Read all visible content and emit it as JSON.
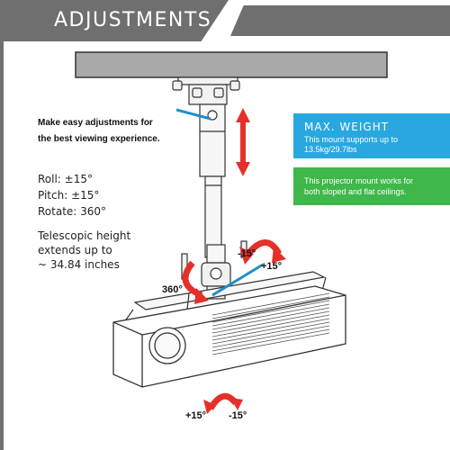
{
  "header": {
    "title": "ADJUSTMENTS"
  },
  "intro": {
    "line1": "Make easy adjustments for",
    "line2": "the best viewing experience."
  },
  "specs": {
    "roll": "Roll: ±15°",
    "pitch": "Pitch: ±15°",
    "rotate": "Rotate: 360°"
  },
  "telescopic": {
    "line1": "Telescopic height",
    "line2": "extends up to",
    "line3": "~ 34.84 inches"
  },
  "max_weight": {
    "heading": "MAX. WEIGHT",
    "line1": "This mount supports up to",
    "line2": "13.5kg/29.7lbs"
  },
  "ceilings": {
    "line1": "This projector mount works for",
    "line2": "both sloped and flat ceilings."
  },
  "angles": {
    "minus15_top": "-15°",
    "plus15_top": "+15°",
    "rotate360": "360°",
    "plus15_bottom": "+15°",
    "minus15_bottom": "-15°"
  },
  "colors": {
    "header_gray": "#6f6f6f",
    "blue_box": "#29a8e0",
    "green_box": "#3fb74a",
    "arrow_red": "#e5302a",
    "pointer_blue": "#1f8fc4"
  }
}
